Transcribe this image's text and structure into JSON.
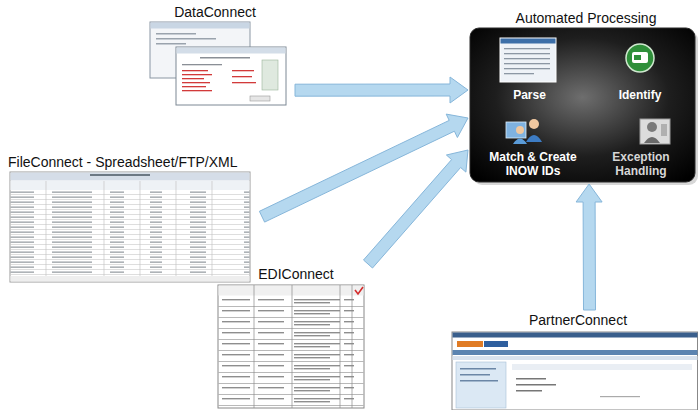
{
  "diagram": {
    "nodes": [
      {
        "text": [
          "DataConnect"
        ]
      },
      {
        "text": [
          "Automated Processing"
        ]
      },
      {
        "text": [
          "Parse"
        ],
        "in": 1
      },
      {
        "text": [
          "Identify"
        ],
        "in": 1
      },
      {
        "text": [
          "Match & Create INOW IDs"
        ],
        "in": 1
      },
      {
        "text": [
          "Exception Handling"
        ],
        "in": 1
      },
      {
        "text": [
          "FileConnect - Spreadsheet/FTP/XML"
        ]
      },
      {
        "text": [
          "EDIConnect"
        ]
      },
      {
        "text": [
          "PartnerConnect"
        ]
      }
    ],
    "edges": [
      {
        "from": 0,
        "to": 1,
        "arrow": "to"
      },
      {
        "from": 6,
        "to": 1,
        "arrow": "to"
      },
      {
        "from": 7,
        "to": 1,
        "arrow": "to"
      },
      {
        "from": 8,
        "to": 1,
        "arrow": "to"
      }
    ]
  }
}
